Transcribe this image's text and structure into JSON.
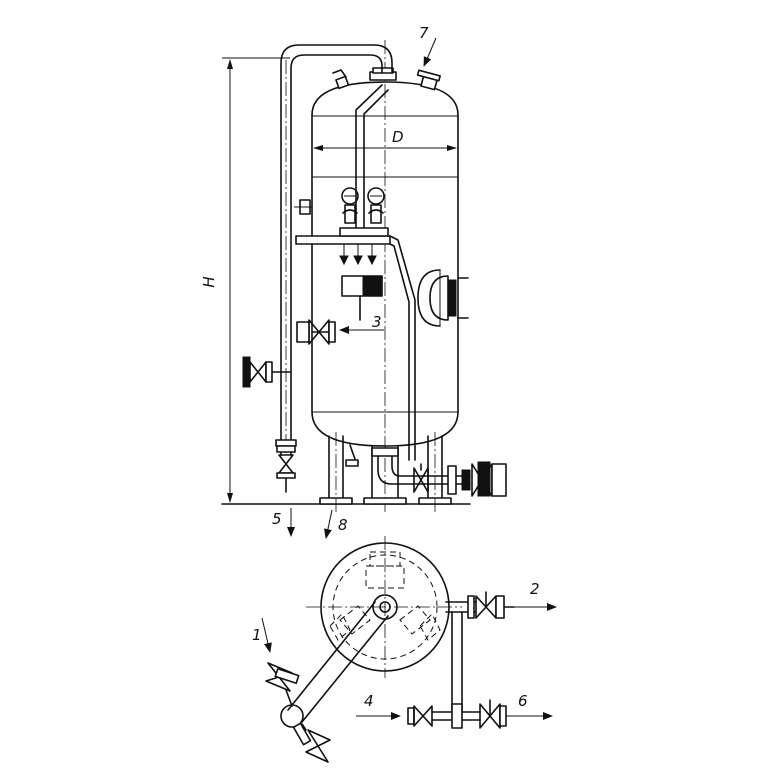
{
  "labels": {
    "height": "H",
    "diameter": "D",
    "l1": "1",
    "l2": "2",
    "l3": "3",
    "l4": "4",
    "l5": "5",
    "l6": "6",
    "l7": "7",
    "l8": "8"
  },
  "colors": {
    "ink": "#111111",
    "paper": "#ffffff"
  }
}
